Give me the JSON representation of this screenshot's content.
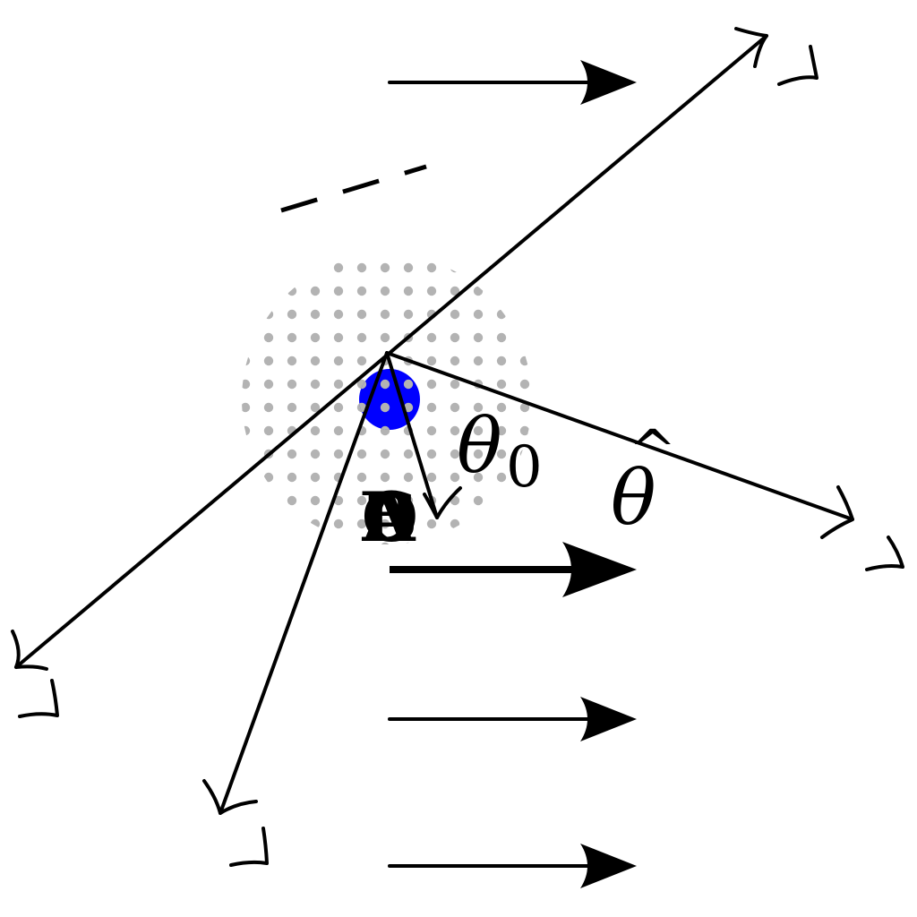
{
  "labels": {
    "theta_zero_symbol": "θ",
    "theta_zero_subscript": "0",
    "theta_hat_symbol": "θ",
    "theta_hat_accent": "^",
    "overlap_a": "A",
    "overlap_b": "B",
    "overlap_c": "C",
    "overlap_d": "D"
  },
  "colors": {
    "stroke": "#000000",
    "dot_pattern": "#b3b3b3",
    "nucleus": "#0000ff",
    "background": "#ffffff"
  },
  "icons": {
    "field_arrow": "arrow-right-icon",
    "ray_tip": "open-chevron-arrowhead-icon"
  }
}
